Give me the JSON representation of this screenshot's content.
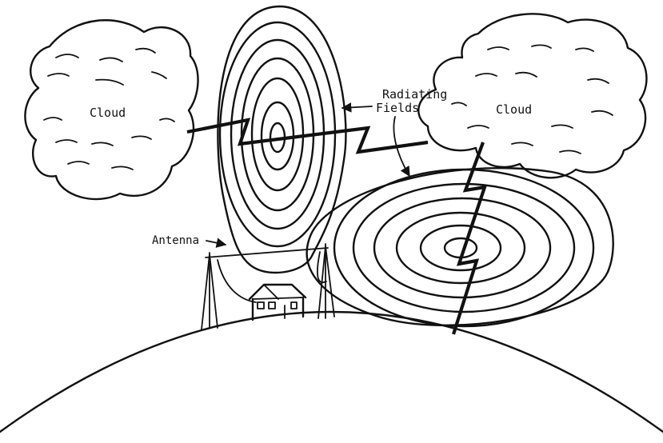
{
  "labels": {
    "cloud_left": "Cloud",
    "cloud_right": "Cloud",
    "radiating_line1": "Radiating",
    "radiating_line2": "Fields",
    "antenna": "Antenna"
  }
}
